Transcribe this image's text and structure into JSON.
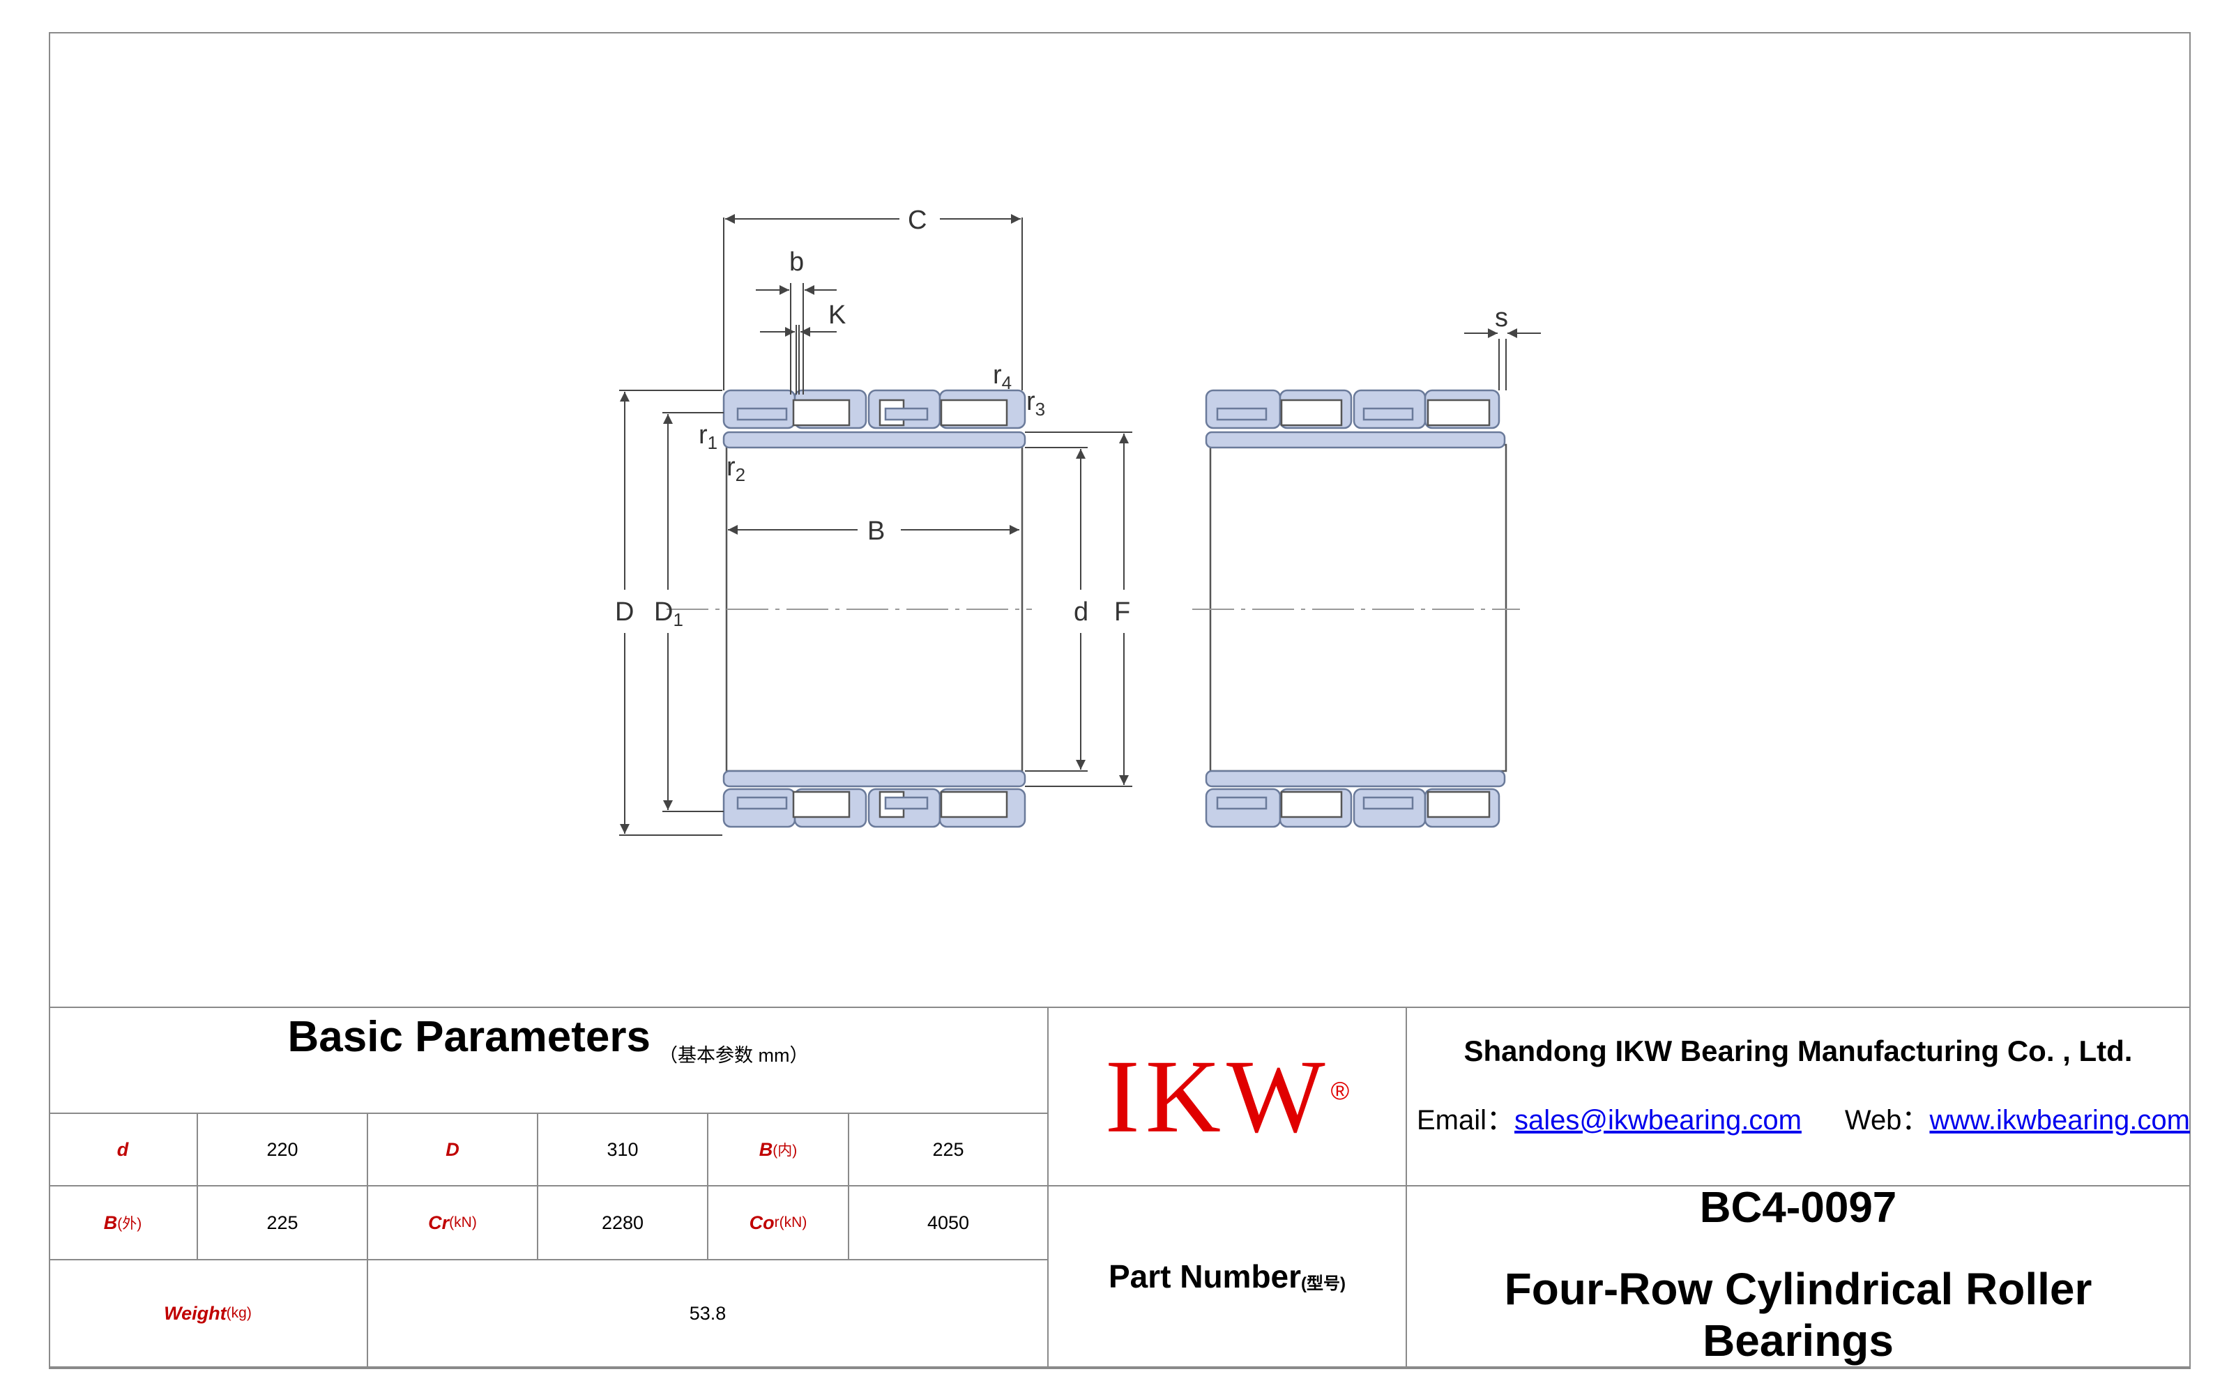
{
  "drawing": {
    "dimension_labels": {
      "C": "C",
      "b": "b",
      "K": "K",
      "s": "s",
      "r4": "r",
      "r4_sub": "4",
      "r3": "r",
      "r3_sub": "3",
      "r1": "r",
      "r1_sub": "1",
      "r2": "r",
      "r2_sub": "2",
      "B": "B",
      "D": "D",
      "D1": "D",
      "D1_sub": "1",
      "d": "d",
      "F": "F"
    }
  },
  "params": {
    "title": "Basic Parameters",
    "title_sub": "（基本参数 mm）",
    "rows": [
      [
        {
          "label": "d",
          "sub": ""
        },
        "220",
        {
          "label": "D",
          "sub": ""
        },
        "310",
        {
          "label": "B",
          "sub": "(内)"
        },
        "225"
      ],
      [
        {
          "label": "B",
          "sub": "(外)"
        },
        "225",
        {
          "label": "Cr",
          "sub": "(kN)"
        },
        "2280",
        {
          "label": "Co",
          "sub": "r(kN)"
        },
        "4050"
      ]
    ],
    "weight": {
      "label": "Weight",
      "sub": "(kg)",
      "value": "53.8"
    }
  },
  "logo": {
    "text": "IKW",
    "reg": "®",
    "color": "#e00000"
  },
  "part_number": {
    "label": "Part Number",
    "label_sub": "(型号)",
    "value": "BC4-0097"
  },
  "company": {
    "name": "Shandong IKW Bearing Manufacturing Co. , Ltd.",
    "email_label": "Email：",
    "email": "sales@ikwbearing.com",
    "web_label": "Web：",
    "web": "www.ikwbearing.com"
  },
  "product_type": "Four-Row Cylindrical Roller Bearings",
  "colors": {
    "label_red": "#c00000",
    "bearing_fill": "#c6d0e8",
    "bearing_stroke": "#6a7a9a",
    "link_blue": "#0000ee",
    "border": "#8a8a8a"
  }
}
